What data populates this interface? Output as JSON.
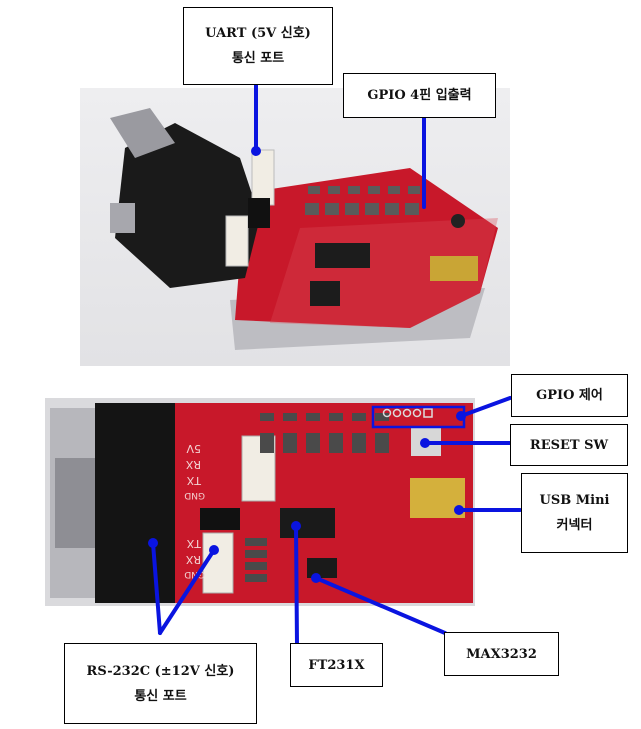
{
  "figure": {
    "top_photo_desc": "USB to serial converter board, angled view",
    "bottom_photo_desc": "USB to serial converter board, top view"
  },
  "labels": {
    "uart_port": {
      "line1": "UART (5V 신호)",
      "line2": "통신 포트"
    },
    "gpio_io": {
      "line1": "GPIO 4핀 입출력"
    },
    "gpio_control": {
      "line1": "GPIO 제어"
    },
    "reset_sw": {
      "line1": "RESET SW"
    },
    "usb_mini": {
      "line1": "USB Mini",
      "line2": "커넥터"
    },
    "rs232_port": {
      "line1": "RS-232C (±12V 신호)",
      "line2": "통신 포트"
    },
    "ft231x": {
      "line1": "FT231X"
    },
    "max3232": {
      "line1": "MAX3232"
    }
  },
  "silkscreen": {
    "uart_header": [
      "5V",
      "RX",
      "TX",
      "GND"
    ],
    "rs232_header": [
      "TX",
      "RX",
      "GND"
    ]
  },
  "colors": {
    "leader_line": "#0a14e0",
    "pcb_red": "#c8182a",
    "background_gray": "#e6e6e8"
  }
}
